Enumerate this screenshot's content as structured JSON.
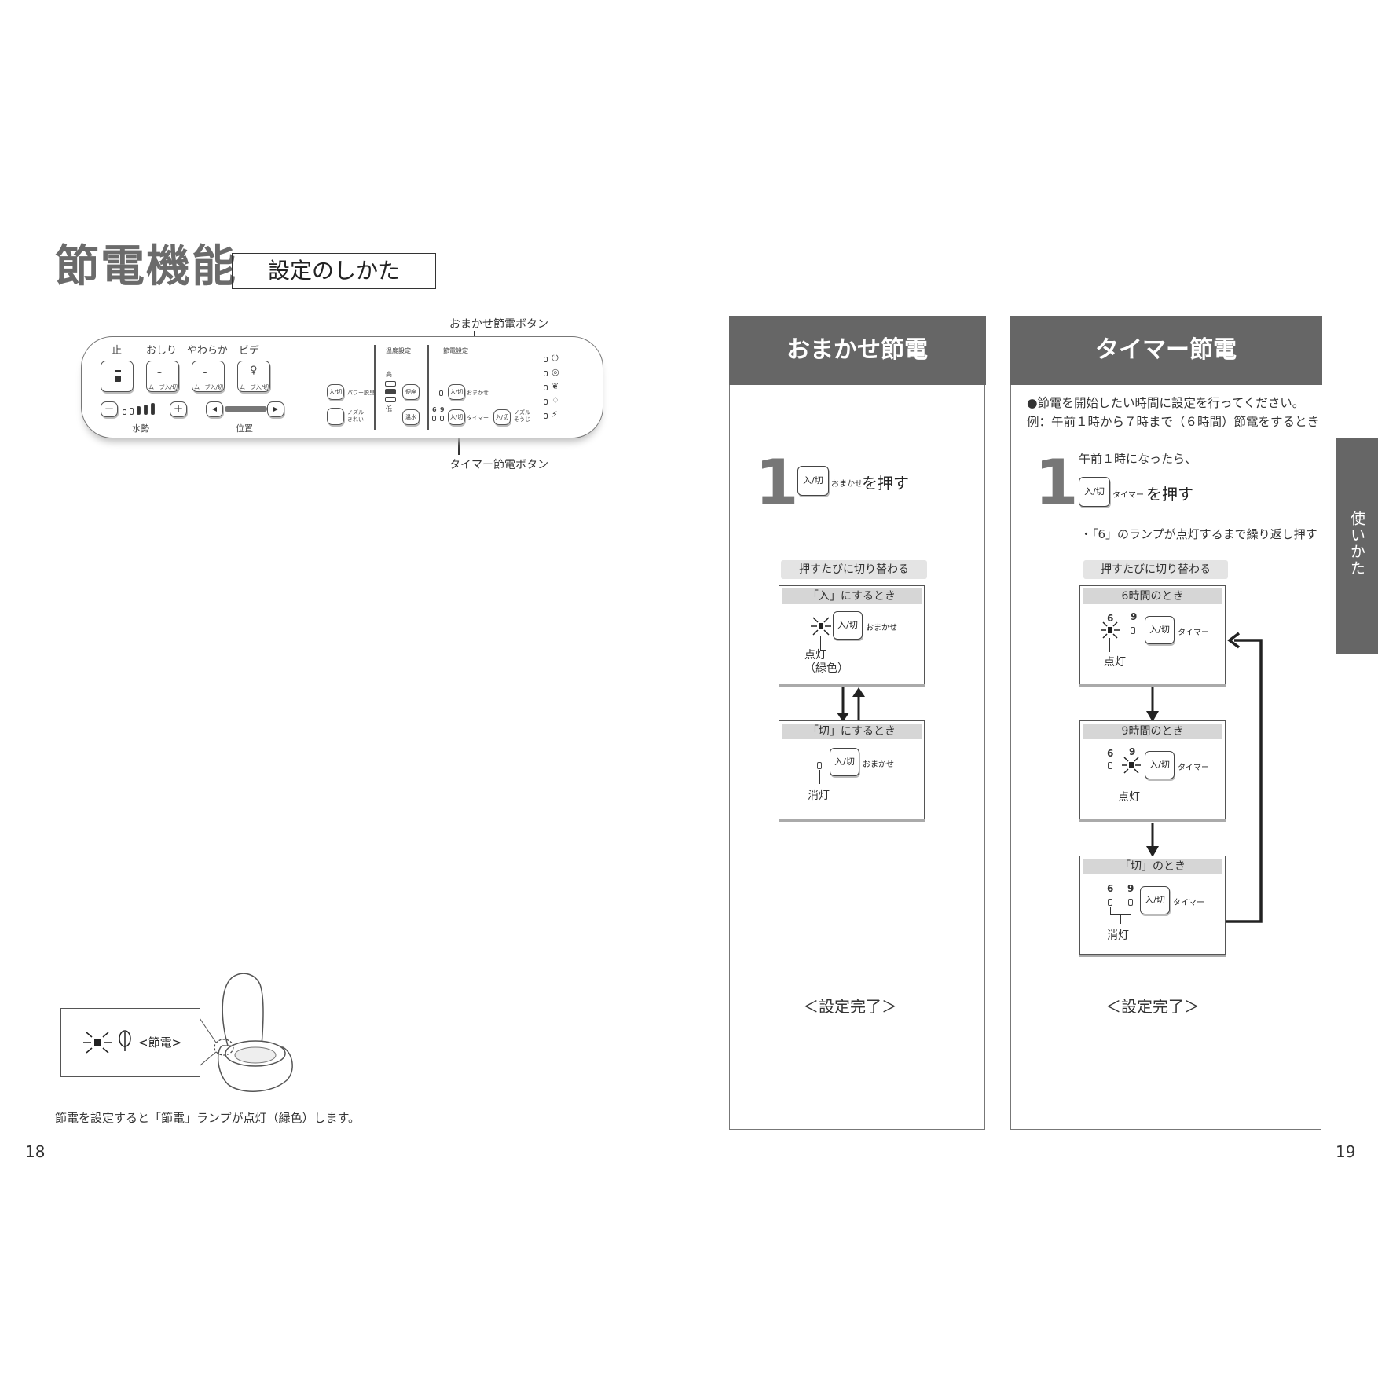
{
  "left_page": {
    "title": "節電機能",
    "subtitle": "設定のしかた",
    "callout_omakase": "おまかせ節電ボタン",
    "callout_timer": "タイマー節電ボタン",
    "panel": {
      "labels_top": [
        "止",
        "おしり",
        "やわらか",
        "ビデ"
      ],
      "button_sub": [
        "ムーブ入/切",
        "ムーブ入/切",
        "ムーブ入/切"
      ],
      "water_label": "水勢",
      "position_label": "位置",
      "minus": "−",
      "plus": "+",
      "left_arrow": "◀",
      "right_arrow": "▶",
      "onoff": "入/切",
      "power_deodor": "パワー脱臭",
      "nozzle_clean": "ノズル\nきれい",
      "temp_setting": "温度設定",
      "temp_high": "高",
      "temp_low": "低",
      "seat": "便座",
      "water_temp": "温水",
      "eco_setting": "節電設定",
      "omakase": "おまかせ",
      "timer": "タイマー",
      "hour6": "6",
      "hour9": "9",
      "nozzle_souji": "ノズル\nそうじ"
    },
    "eco_lamp_label": "<節電>",
    "caption": "節電を設定すると「節電」ランプが点灯（緑色）します。",
    "page_number": "18"
  },
  "right_page": {
    "omakase": {
      "header": "おまかせ節電",
      "step_number": "1",
      "btn_label": "入/切",
      "btn_side": "おまかせ",
      "step_text": "を押す",
      "toggle_pill": "押すたびに切り替わる",
      "on_state": {
        "title": "「入」にするとき",
        "lamp": "点灯\n（緑色）"
      },
      "off_state": {
        "title": "「切」にするとき",
        "lamp": "消灯"
      },
      "complete": "＜設定完了＞"
    },
    "timer": {
      "header": "タイマー節電",
      "intro": "●節電を開始したい時間に設定を行ってください。",
      "example": "例：午前１時から７時まで（６時間）節電をするとき",
      "step_number": "1",
      "pre_text": "午前１時になったら、",
      "btn_label": "入/切",
      "btn_side": "タイマー",
      "step_text": "を押す",
      "note": "・「6」のランプが点灯するまで繰り返し押す",
      "toggle_pill": "押すたびに切り替わる",
      "state6": {
        "title": "6時間のとき",
        "lamp": "点灯"
      },
      "state9": {
        "title": "9時間のとき",
        "lamp": "点灯"
      },
      "state_off": {
        "title": "「切」のとき",
        "lamp": "消灯"
      },
      "hour6": "6",
      "hour9": "9",
      "complete": "＜設定完了＞"
    },
    "side_tab": "使いかた",
    "page_number": "19"
  },
  "colors": {
    "header_gray": "#666666",
    "title_gray": "#6b6b6b",
    "state_header": "#d6d6d6",
    "pill": "#e4e4e4"
  }
}
